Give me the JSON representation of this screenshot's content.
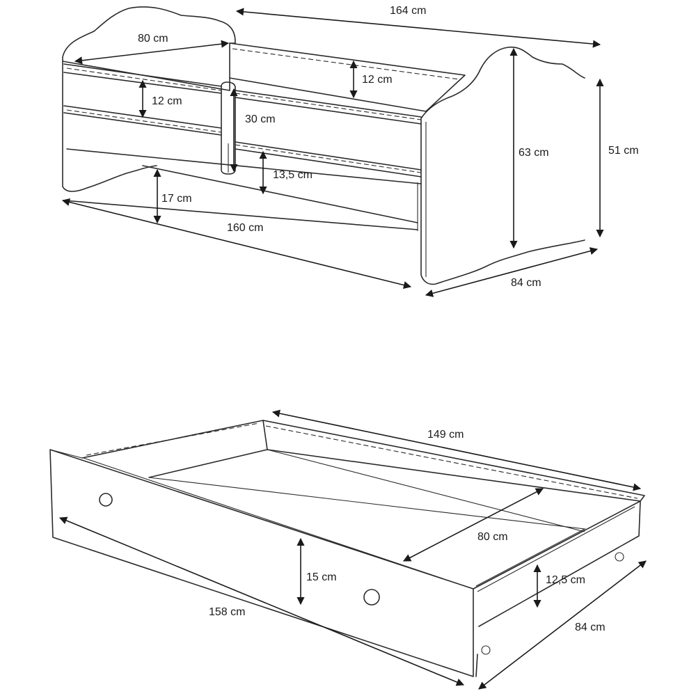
{
  "colors": {
    "line": "#2a2a2a",
    "background": "#ffffff"
  },
  "bed": {
    "overall_length": "164 cm",
    "head_width": "80 cm",
    "rail_height_rear": "12 cm",
    "rail_height_front": "12 cm",
    "opening_height": "30 cm",
    "gap_below_rail": "13,5 cm",
    "floor_clearance": "17 cm",
    "mattress_length": "160 cm",
    "headboard_height": "63 cm",
    "side_height": "51 cm",
    "depth": "84 cm"
  },
  "drawer": {
    "inner_length": "149 cm",
    "inner_width": "80 cm",
    "front_height": "15 cm",
    "side_height": "12,5  cm",
    "outer_length": "158 cm",
    "depth": "84 cm"
  }
}
